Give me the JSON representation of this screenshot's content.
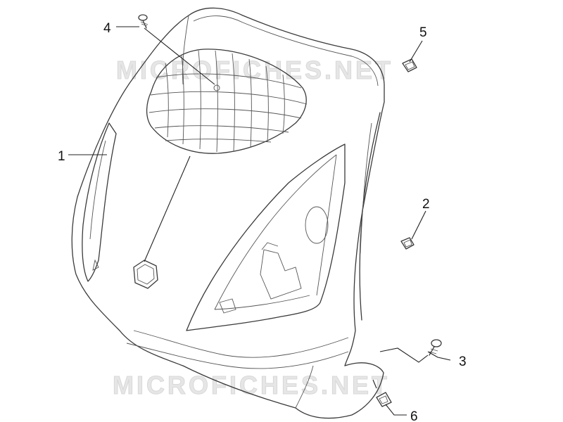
{
  "watermark": {
    "text": "MICROFICHES.NET"
  },
  "callouts": [
    {
      "id": "1",
      "label": "1"
    },
    {
      "id": "2",
      "label": "2"
    },
    {
      "id": "3",
      "label": "3"
    },
    {
      "id": "4",
      "label": "4"
    },
    {
      "id": "5",
      "label": "5"
    },
    {
      "id": "6",
      "label": "6"
    }
  ]
}
